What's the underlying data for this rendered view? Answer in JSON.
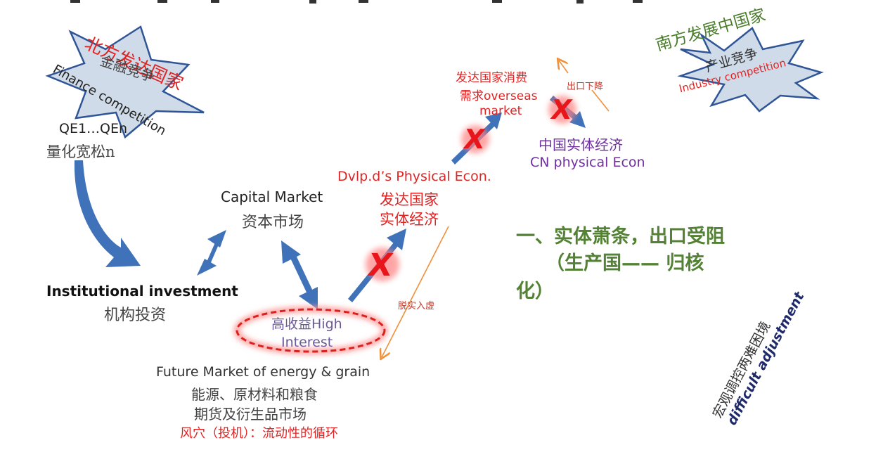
{
  "colors": {
    "arrow_blue": "#3f72b8",
    "red": "#e02424",
    "green": "#548235",
    "purple": "#7030a0",
    "orange": "#f0903a",
    "gray_text": "#333333",
    "burst_fill": "#d0dbe9",
    "burst_stroke": "#2f5597",
    "navy": "#1f2a6b"
  },
  "north": {
    "title": "北方发达国家",
    "burst_cn": "金融竞争",
    "burst_en": "Finance competition",
    "qe_line1": "QE1…QEn",
    "qe_line2": "量化宽松n"
  },
  "south": {
    "title": "南方发展中国家",
    "burst_cn": "产业竞争",
    "burst_en": "Industry competition"
  },
  "capital_market": {
    "en": "Capital Market",
    "cn": "资本市场"
  },
  "institutional": {
    "en": "Institutional investment",
    "cn": "机构投资"
  },
  "high_interest": {
    "cn": "高收益High",
    "en": "Interest"
  },
  "future_market": {
    "en": "Future Market of energy & grain",
    "cn1": "能源、原材料和粮食",
    "cn2": "期货及衍生品市场",
    "cycle": "风穴（投机）：流动性的循环"
  },
  "developed_physical": {
    "en": "Dvlp.d’s Physical Econ.",
    "cn1": "发达国家",
    "cn2": "实体经济"
  },
  "overseas": {
    "line1": "发达国家消费",
    "line2": "需求overseas",
    "line3": "market"
  },
  "cn_physical": {
    "cn": "中国实体经济",
    "en": "CN physical Econ"
  },
  "export_decline": "出口下降",
  "virtual_shift": "脱实入虚",
  "heading": {
    "line1": "一、实体萧条，出口受阻",
    "line2": "（生产国—— 归核",
    "line3": "化）"
  },
  "difficult": {
    "cn": "宏观调控两难困境",
    "en": "difficult adjustment"
  },
  "x_mark": "X"
}
